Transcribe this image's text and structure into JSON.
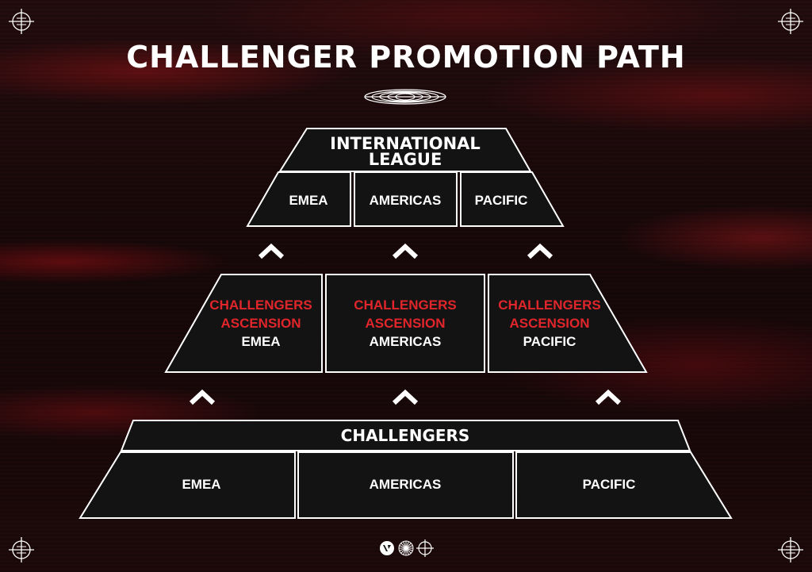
{
  "title": "CHALLENGER PROMOTION PATH",
  "international": {
    "header": [
      "INTERNATIONAL",
      "LEAGUE"
    ],
    "regions": [
      "EMEA",
      "AMERICAS",
      "PACIFIC"
    ]
  },
  "ascension": {
    "line1": "CHALLENGERS",
    "line2": "ASCENSION",
    "regions": [
      "EMEA",
      "AMERICAS",
      "PACIFIC"
    ],
    "accent_color": "#e0262b"
  },
  "challengers": {
    "header": "CHALLENGERS",
    "regions": [
      "EMEA",
      "AMERICAS",
      "PACIFIC"
    ]
  },
  "icons": {
    "corners": "crosshair-icon",
    "divider": "oval-rings-icon",
    "arrows": "chevron-up-icon",
    "footer": [
      "valorant-logo-icon",
      "sunburst-icon",
      "crosshair-icon"
    ]
  }
}
